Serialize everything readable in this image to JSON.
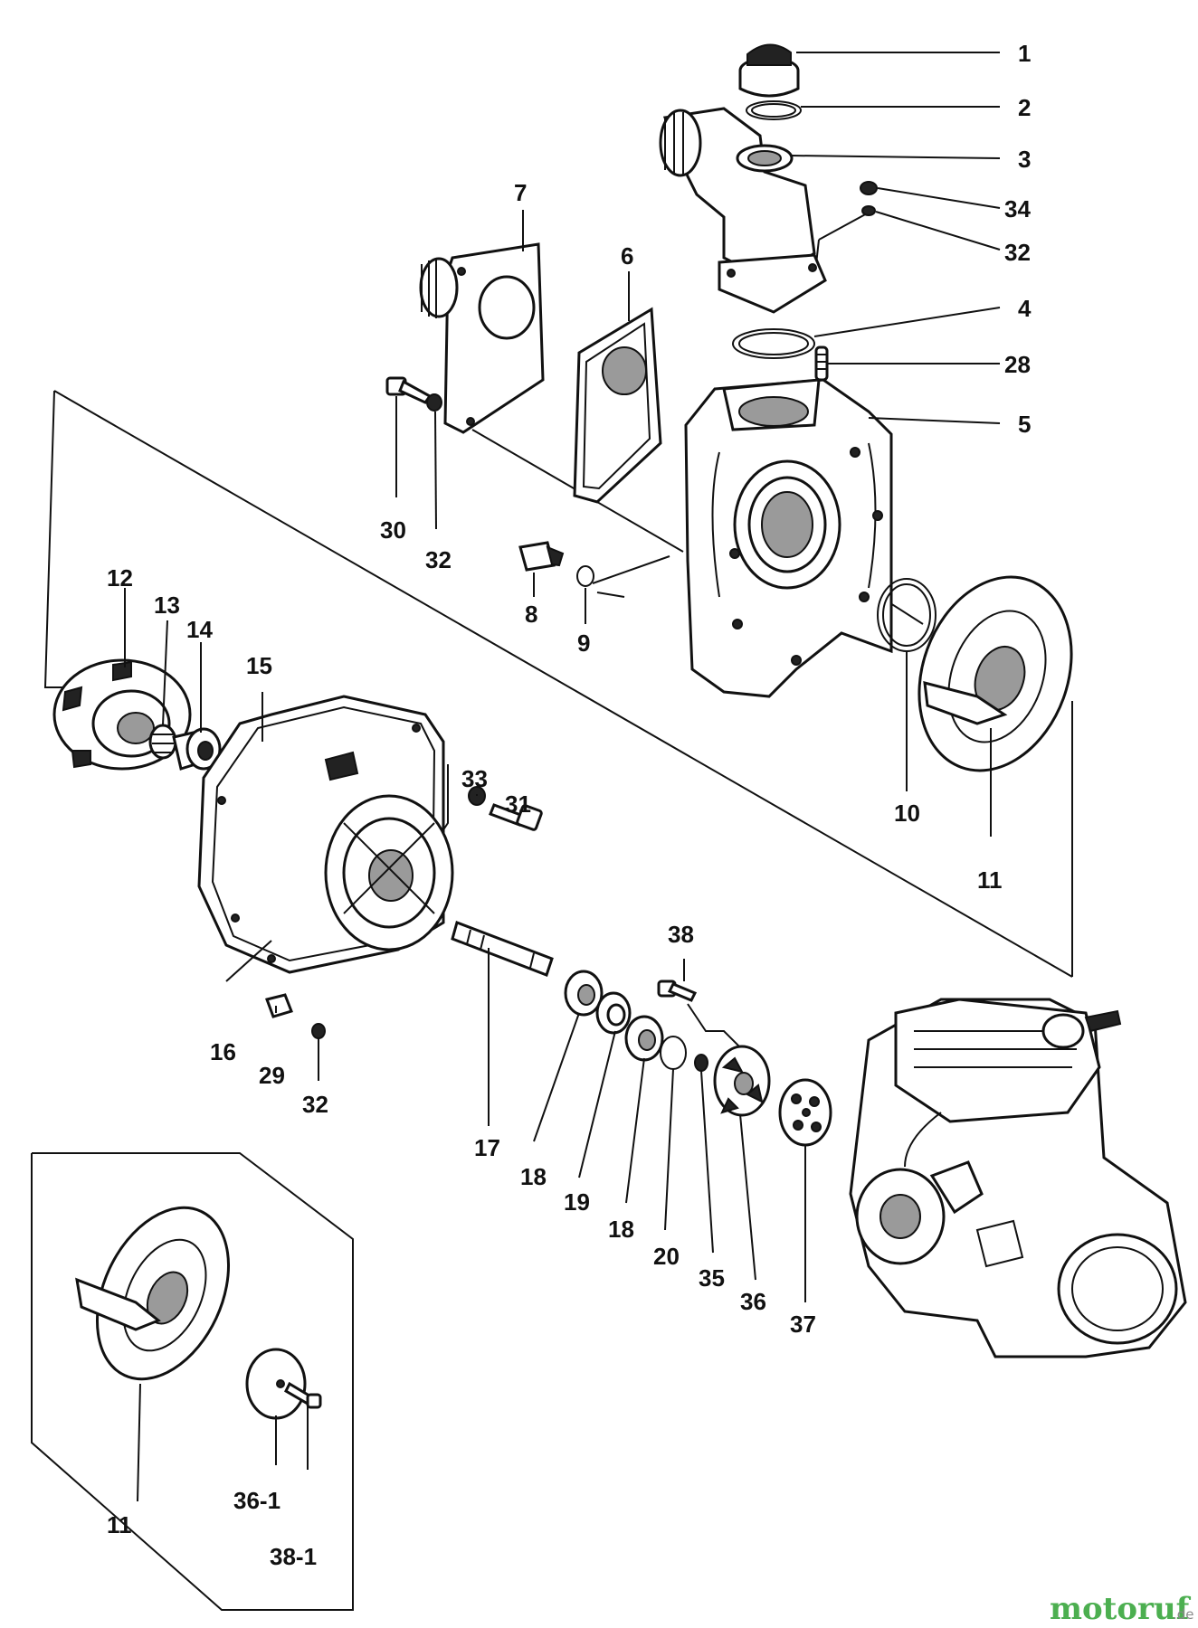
{
  "diagram": {
    "callouts": {
      "c1": "1",
      "c2": "2",
      "c3": "3",
      "c34": "34",
      "c32a": "32",
      "c4": "4",
      "c28": "28",
      "c5": "5",
      "c7": "7",
      "c6": "6",
      "c30": "30",
      "c32b": "32",
      "c8": "8",
      "c9": "9",
      "c10": "10",
      "c11a": "11",
      "c12": "12",
      "c13": "13",
      "c14": "14",
      "c15": "15",
      "c33": "33",
      "c31": "31",
      "c16": "16",
      "c29": "29",
      "c32c": "32",
      "c17": "17",
      "c18a": "18",
      "c19": "19",
      "c18b": "18",
      "c20": "20",
      "c35": "35",
      "c36": "36",
      "c37": "37",
      "c38": "38",
      "c11b": "11",
      "c36_1": "36-1",
      "c38_1": "38-1"
    }
  },
  "watermark": {
    "brand": "motoruf",
    "suffix": ".de"
  },
  "colors": {
    "ink": "#111111",
    "background": "#ffffff",
    "watermark_green": "#4caf50",
    "watermark_gray": "#8a8a8a"
  }
}
